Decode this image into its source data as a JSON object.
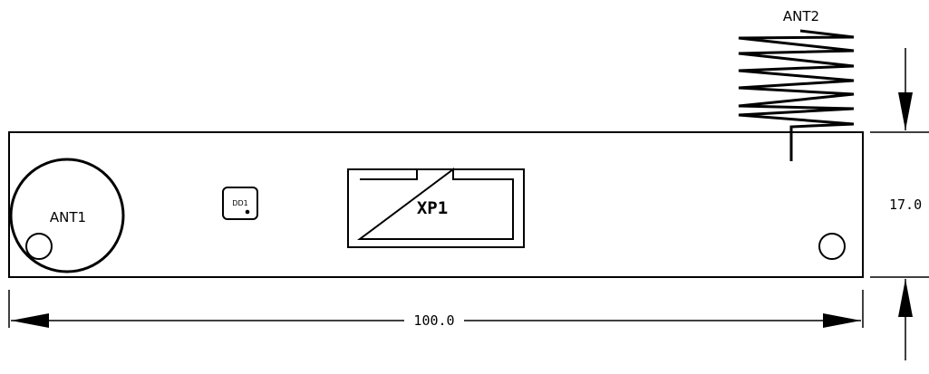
{
  "drawing": {
    "antenna_1_label": "ANT1",
    "antenna_2_label": "ANT2",
    "chip_label": "DD1",
    "connector_label": "XP1",
    "width_dimension": "100.0",
    "height_dimension": "17.0"
  }
}
